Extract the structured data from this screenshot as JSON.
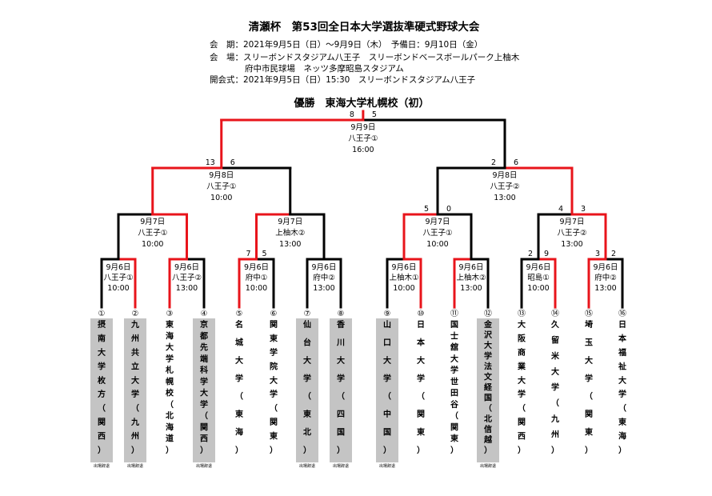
{
  "title": "清瀬杯　第53回全日本大学選抜準硬式野球大会",
  "info": [
    "会　期：2021年9月5日（日）～9月9日（木）　予備日：9月10日（金）",
    "会　場：スリーボンドスタジアム八王子　スリーボンドベースボールパーク上柚木",
    "府中市民球場　ネッツ多摩昭島スタジアム",
    "開会式：2021年9月5日（日）15:30　スリーボンドスタジアム八王子"
  ],
  "champion": "優勝　東海大学札幌校（初）",
  "colors": {
    "winner": "#e8141b",
    "line": "#000000",
    "withdrawn_fill": "#c4c4c4"
  },
  "teams": [
    {
      "num": "①",
      "name": "摂南大学枚方（関西）",
      "withdrawn": true,
      "note": "出場辞退"
    },
    {
      "num": "②",
      "name": "九州共立大学（九州）",
      "withdrawn": true,
      "note": "出場辞退"
    },
    {
      "num": "③",
      "name": "東海大学札幌校（北海道）",
      "withdrawn": false,
      "note": ""
    },
    {
      "num": "④",
      "name": "京都先端科学大学（関西）",
      "withdrawn": true,
      "note": "出場辞退"
    },
    {
      "num": "⑤",
      "name": "名城大学（東海）",
      "withdrawn": false,
      "note": ""
    },
    {
      "num": "⑥",
      "name": "関東学院大学（関東）",
      "withdrawn": false,
      "note": ""
    },
    {
      "num": "⑦",
      "name": "仙台大学（東北）",
      "withdrawn": true,
      "note": "出場辞退"
    },
    {
      "num": "⑧",
      "name": "香川大学（四国）",
      "withdrawn": true,
      "note": "出場辞退"
    },
    {
      "num": "⑨",
      "name": "山口大学（中国）",
      "withdrawn": true,
      "note": "出場辞退"
    },
    {
      "num": "⑩",
      "name": "日本大学（関東）",
      "withdrawn": false,
      "note": ""
    },
    {
      "num": "⑪",
      "name": "国士舘大学世田谷（関東）",
      "withdrawn": false,
      "note": ""
    },
    {
      "num": "⑫",
      "name": "金沢大学法文経国（北信越）",
      "withdrawn": true,
      "note": "出場辞退"
    },
    {
      "num": "⑬",
      "name": "大阪商業大学（関西）",
      "withdrawn": false,
      "note": ""
    },
    {
      "num": "⑭",
      "name": "久留米大学（九州）",
      "withdrawn": false,
      "note": ""
    },
    {
      "num": "⑮",
      "name": "埼玉大学（関東）",
      "withdrawn": false,
      "note": ""
    },
    {
      "num": "⑯",
      "name": "日本福祉大学（東海）",
      "withdrawn": false,
      "note": ""
    }
  ],
  "round1": [
    {
      "date": "9月6日",
      "venue": "八王子①",
      "time": "10:00",
      "winner": "right",
      "scores": [
        "",
        ""
      ]
    },
    {
      "date": "9月6日",
      "venue": "八王子②",
      "time": "13:00",
      "winner": "left",
      "scores": [
        "",
        ""
      ]
    },
    {
      "date": "9月6日",
      "venue": "府中①",
      "time": "10:00",
      "winner": "left",
      "scores": [
        "7",
        "5"
      ]
    },
    {
      "date": "9月6日",
      "venue": "府中②",
      "time": "13:00",
      "winner": "none",
      "scores": [
        "",
        ""
      ]
    },
    {
      "date": "9月6日",
      "venue": "上柚木①",
      "time": "10:00",
      "winner": "right",
      "scores": [
        "",
        ""
      ]
    },
    {
      "date": "9月6日",
      "venue": "上柚木②",
      "time": "13:00",
      "winner": "left",
      "scores": [
        "",
        ""
      ]
    },
    {
      "date": "9月6日",
      "venue": "昭島①",
      "time": "10:00",
      "winner": "right",
      "scores": [
        "2",
        "9"
      ]
    },
    {
      "date": "9月6日",
      "venue": "府中②",
      "time": "13:00",
      "winner": "left",
      "scores": [
        "3",
        "2"
      ]
    }
  ],
  "round2": [
    {
      "date": "9月7日",
      "venue": "八王子①",
      "time": "10:00",
      "winner": "right",
      "scores": [
        "",
        ""
      ]
    },
    {
      "date": "9月7日",
      "venue": "上柚木②",
      "time": "13:00",
      "winner": "left",
      "scores": [
        "",
        ""
      ]
    },
    {
      "date": "9月7日",
      "venue": "八王子①",
      "time": "10:00",
      "winner": "left",
      "scores": [
        "5",
        "0"
      ]
    },
    {
      "date": "9月7日",
      "venue": "八王子②",
      "time": "13:00",
      "winner": "right",
      "scores": [
        "4",
        "3"
      ]
    }
  ],
  "round3": [
    {
      "date": "9月8日",
      "venue": "八王子①",
      "time": "10:00",
      "winner": "left",
      "scores": [
        "13",
        "6"
      ]
    },
    {
      "date": "9月8日",
      "venue": "八王子②",
      "time": "13:00",
      "winner": "right",
      "scores": [
        "2",
        "6"
      ]
    }
  ],
  "final": {
    "date": "9月9日",
    "venue": "八王子①",
    "time": "16:00",
    "winner": "left",
    "scores": [
      "8",
      "5"
    ]
  }
}
